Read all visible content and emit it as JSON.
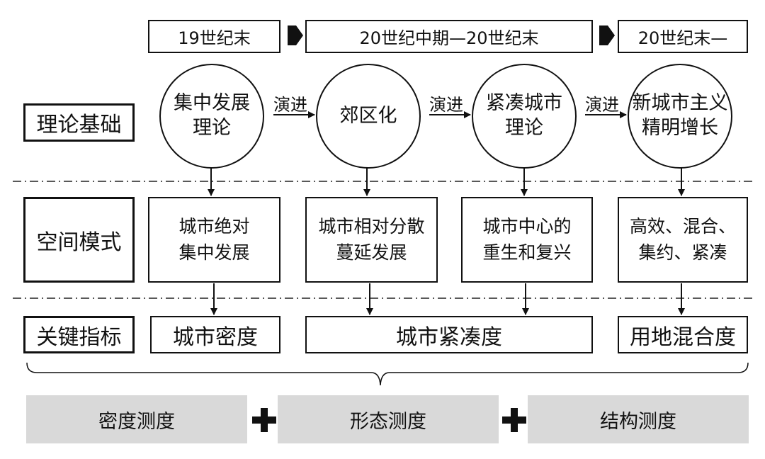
{
  "eras": [
    "19世纪末",
    "20世纪中期—20世纪末",
    "20世纪末—"
  ],
  "row_labels": {
    "theory": "理论基础",
    "space": "空间模式",
    "indicator": "关键指标"
  },
  "theories": [
    "集中发展\n理论",
    "郊区化",
    "紧凑城市\n理论",
    "新城市主义\n精明增长"
  ],
  "evolution_label": "演进",
  "space_modes": [
    "城市绝对\n集中发展",
    "城市相对分散\n蔓延发展",
    "城市中心的\n重生和复兴",
    "高效、混合、\n集约、紧凑"
  ],
  "indicators": [
    "城市密度",
    "城市紧凑度",
    "用地混合度"
  ],
  "measures": [
    "密度测度",
    "形态测度",
    "结构测度"
  ]
}
